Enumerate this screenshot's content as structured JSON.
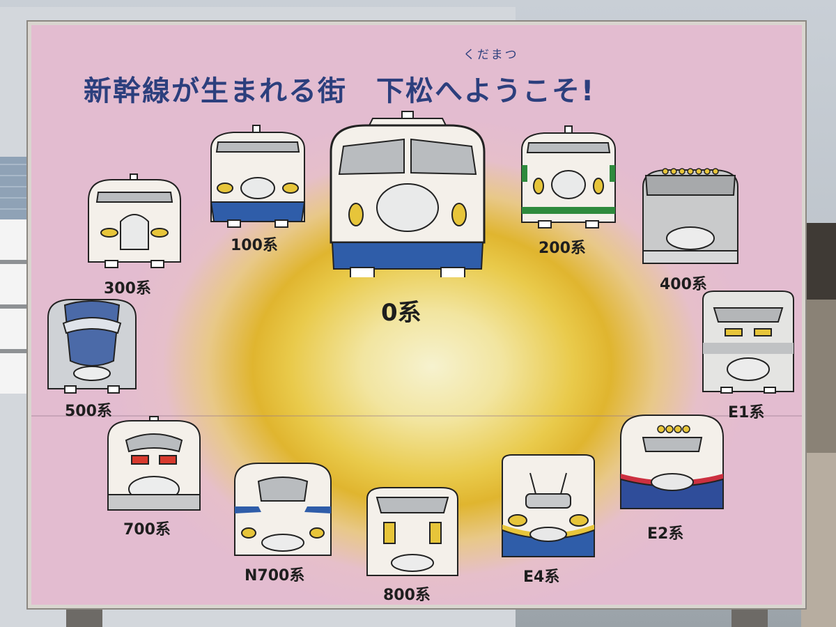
{
  "sign": {
    "title": "新幹線が生まれる街　下松へようこそ!",
    "ruby": "くだまつ"
  },
  "trains": [
    {
      "label": "0系"
    },
    {
      "label": "100系"
    },
    {
      "label": "200系"
    },
    {
      "label": "300系"
    },
    {
      "label": "400系"
    },
    {
      "label": "500系"
    },
    {
      "label": "E1系"
    },
    {
      "label": "700系"
    },
    {
      "label": "E2系"
    },
    {
      "label": "N700系"
    },
    {
      "label": "800系"
    },
    {
      "label": "E4系"
    }
  ],
  "colors": {
    "title": "#2c3f7d",
    "board_pink": "#e3bcd0",
    "center_yellow": "#e9ca4b",
    "train_blue": "#2f5da9",
    "train_green": "#2e8a3d",
    "lamp_yellow": "#e7c53a"
  }
}
